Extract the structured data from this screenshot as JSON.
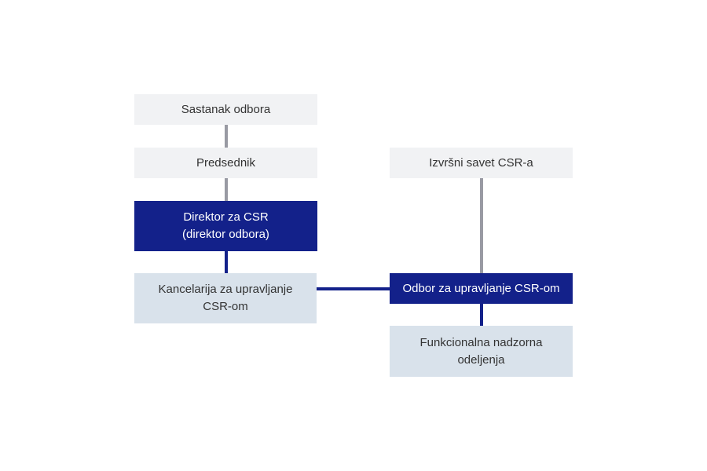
{
  "nodes": {
    "sastanak": "Sastanak odbora",
    "predsednik": "Predsednik",
    "direktor_1": "Direktor za CSR",
    "direktor_2": "(direktor odbora)",
    "kancelarija_1": "Kancelarija za upravljanje",
    "kancelarija_2": "CSR-om",
    "izvrsni": "Izvršni savet CSR-a",
    "odbor": "Odbor za upravljanje CSR-om",
    "funkcionalna_1": "Funkcionalna nadzorna",
    "funkcionalna_2": "odeljenja"
  },
  "colors": {
    "dark": "#13218a",
    "light": "#d9e2eb",
    "gray": "#f1f2f4",
    "connector_gray": "#999aa3"
  }
}
